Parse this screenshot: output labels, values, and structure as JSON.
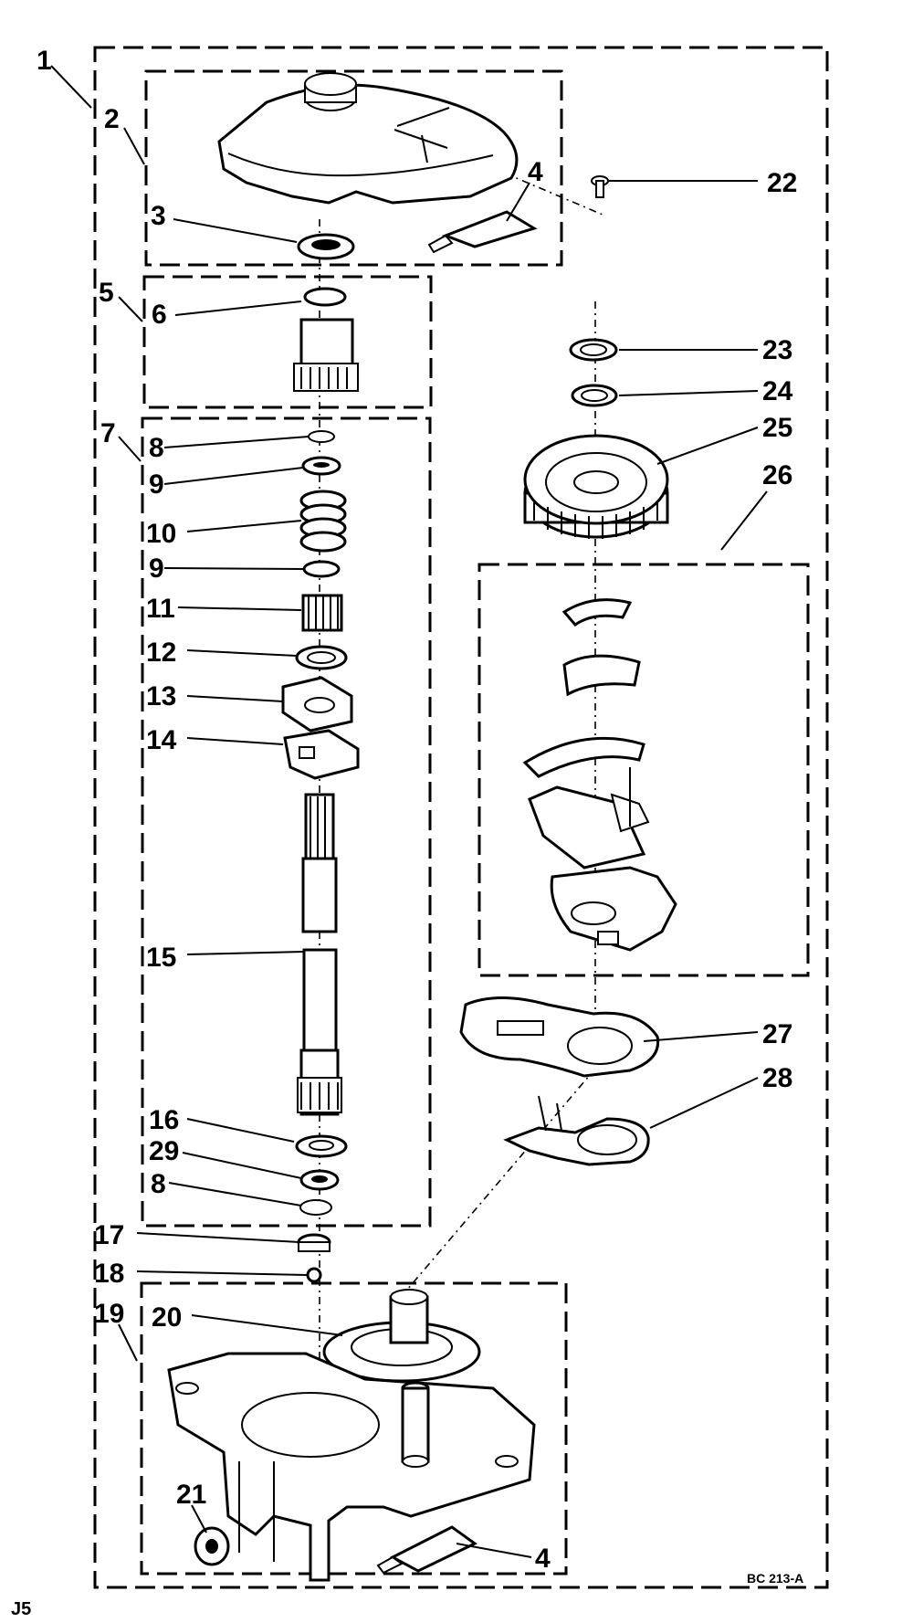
{
  "diagram": {
    "callouts": [
      {
        "id": "c1",
        "label": "1"
      },
      {
        "id": "c2",
        "label": "2"
      },
      {
        "id": "c3",
        "label": "3"
      },
      {
        "id": "c4a",
        "label": "4"
      },
      {
        "id": "c4b",
        "label": "4"
      },
      {
        "id": "c5",
        "label": "5"
      },
      {
        "id": "c6",
        "label": "6"
      },
      {
        "id": "c7",
        "label": "7"
      },
      {
        "id": "c8a",
        "label": "8"
      },
      {
        "id": "c8b",
        "label": "8"
      },
      {
        "id": "c9a",
        "label": "9"
      },
      {
        "id": "c9b",
        "label": "9"
      },
      {
        "id": "c10",
        "label": "10"
      },
      {
        "id": "c11",
        "label": "11"
      },
      {
        "id": "c12",
        "label": "12"
      },
      {
        "id": "c13",
        "label": "13"
      },
      {
        "id": "c14",
        "label": "14"
      },
      {
        "id": "c15",
        "label": "15"
      },
      {
        "id": "c16",
        "label": "16"
      },
      {
        "id": "c17",
        "label": "17"
      },
      {
        "id": "c18",
        "label": "18"
      },
      {
        "id": "c19",
        "label": "19"
      },
      {
        "id": "c20",
        "label": "20"
      },
      {
        "id": "c21",
        "label": "21"
      },
      {
        "id": "c22",
        "label": "22"
      },
      {
        "id": "c23",
        "label": "23"
      },
      {
        "id": "c24",
        "label": "24"
      },
      {
        "id": "c25",
        "label": "25"
      },
      {
        "id": "c26",
        "label": "26"
      },
      {
        "id": "c27",
        "label": "27"
      },
      {
        "id": "c28",
        "label": "28"
      },
      {
        "id": "c29",
        "label": "29"
      }
    ],
    "drawing_code": "BC 213-A",
    "corner_mark": "J5"
  }
}
